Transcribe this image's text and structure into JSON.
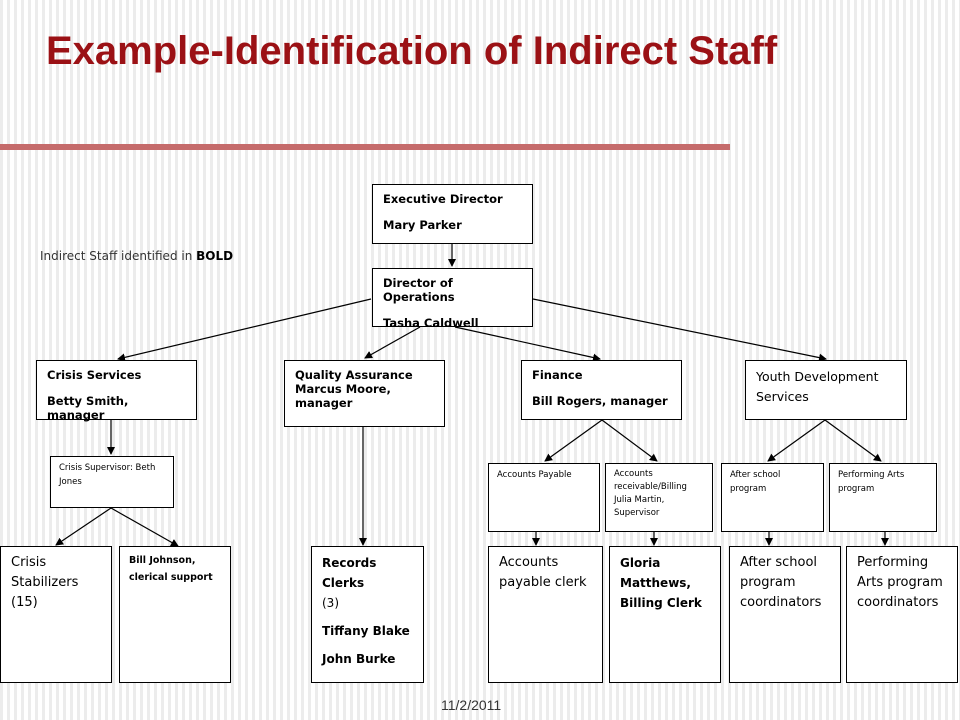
{
  "slide": {
    "title": "Example-Identification of Indirect Staff",
    "date": "11/2/2011",
    "note_prefix": "Indirect Staff identified in ",
    "note_bold": "BOLD"
  },
  "chart": {
    "executive": {
      "role": "Executive Director",
      "name": "Mary Parker"
    },
    "operations": {
      "role": "Director of Operations",
      "name": "Tasha Caldwell"
    },
    "crisis": {
      "role": "Crisis Services",
      "name": "Betty Smith, manager"
    },
    "quality": {
      "line1": "Quality Assurance",
      "line2": "Marcus Moore,",
      "line3": "manager"
    },
    "finance": {
      "role": "Finance",
      "name": "Bill Rogers, manager"
    },
    "youth": {
      "line1": "Youth Development",
      "line2": "Services"
    },
    "crisis_supervisor": {
      "line1": "Crisis Supervisor: Beth",
      "line2": "Jones"
    },
    "accounts_payable": {
      "line1": "Accounts Payable"
    },
    "accounts_receivable": {
      "line1": "Accounts",
      "line2": "receivable/Billing",
      "line3": "Julia Martin,",
      "line4": "Supervisor"
    },
    "after_school": {
      "line1": "After school",
      "line2": "program"
    },
    "performing_arts": {
      "line1": "Performing Arts",
      "line2": "program"
    },
    "crisis_stabilizers": {
      "line1": "Crisis",
      "line2": "Stabilizers (15)"
    },
    "bill_johnson": {
      "line1": "Bill Johnson,",
      "line2": "clerical support"
    },
    "records_clerks": {
      "line1": "Records Clerks",
      "line2": "(3)",
      "line3": "Tiffany Blake",
      "line4": "John Burke"
    },
    "payable_clerk": {
      "line1": "Accounts",
      "line2": "payable clerk"
    },
    "gloria": {
      "line1": "Gloria",
      "line2": "Matthews,",
      "line3": "Billing Clerk"
    },
    "after_school_coord": {
      "line1": "After school",
      "line2": "program",
      "line3": "coordinators"
    },
    "performing_coord": {
      "line1": "Performing",
      "line2": "Arts program",
      "line3": "coordinators"
    }
  }
}
